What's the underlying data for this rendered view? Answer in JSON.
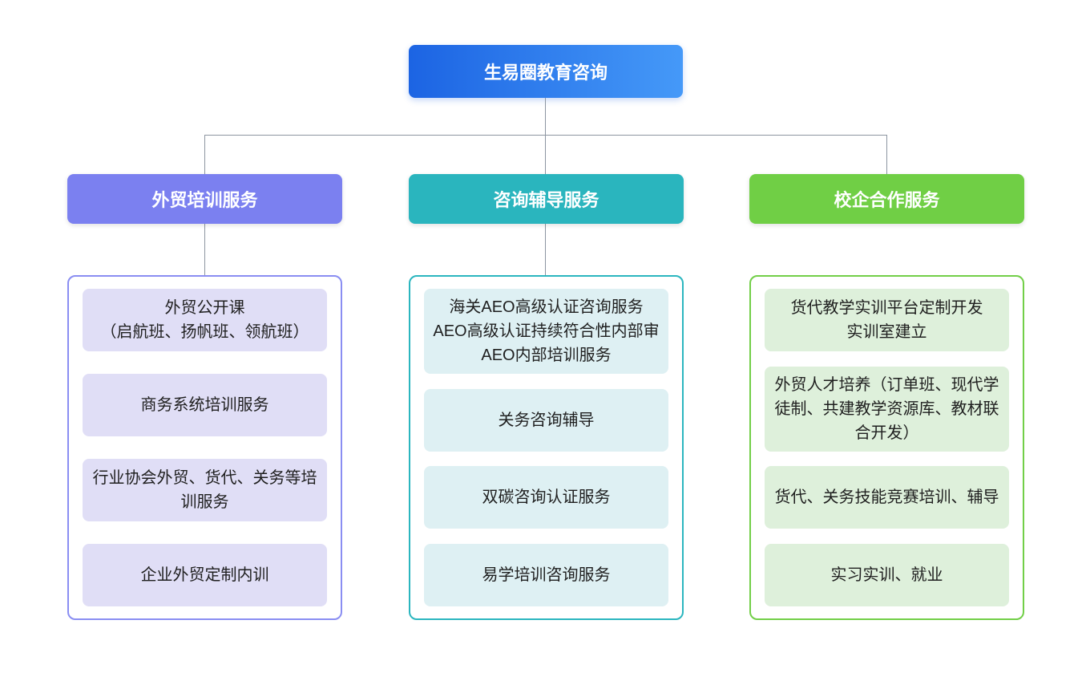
{
  "root": {
    "title": "生易圈教育咨询",
    "gradient_start": "#1c64e3",
    "gradient_end": "#4599f8",
    "text_color": "#ffffff"
  },
  "connector_color": "#8c95a1",
  "branches": [
    {
      "title": "外贸培训服务",
      "header_color": "#7b80f0",
      "border_color": "#8a8ef2",
      "item_fill": "#e0def6",
      "items": [
        "外贸公开课\n（启航班、扬帆班、领航班）",
        "商务系统培训服务",
        "行业协会外贸、货代、关务等培训服务",
        "企业外贸定制内训"
      ]
    },
    {
      "title": "咨询辅导服务",
      "header_color": "#2ab5be",
      "border_color": "#2bb6bf",
      "item_fill": "#def0f3",
      "items": [
        "海关AEO高级认证咨询服务\nAEO高级认证持续符合性内部审\nAEO内部培训服务",
        "关务咨询辅导",
        "双碳咨询认证服务",
        "易学培训咨询服务"
      ]
    },
    {
      "title": "校企合作服务",
      "header_color": "#70cf45",
      "border_color": "#72cf48",
      "item_fill": "#def0db",
      "items": [
        "货代教学实训平台定制开发\n实训室建立",
        "外贸人才培养（订单班、现代学徒制、共建教学资源库、教材联合开发）",
        "货代、关务技能竞赛培训、辅导",
        "实习实训、就业"
      ]
    }
  ]
}
